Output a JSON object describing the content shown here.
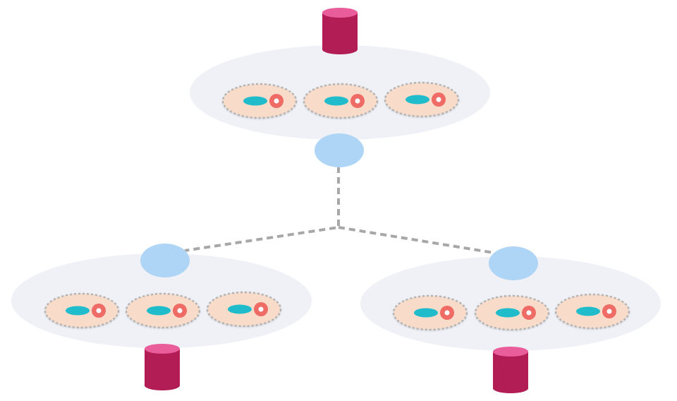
{
  "colors": {
    "background": "#ffffff",
    "cluster_fill": "#eff1f7",
    "hub_fill": "#aed4f6",
    "link_stroke": "#a7a7a7",
    "pod_fill": "#f8dcc9",
    "pod_border": "#b3b3b3",
    "dash_fill": "#20bccb",
    "ring_fill": "#ee6b66",
    "ring_center": "#ffffff",
    "db_body": "#b21d55",
    "db_top": "#ea5d9b"
  },
  "icons": {
    "hub": "network-hub-icon",
    "database": "database-cylinder-icon",
    "pod": "pod-capsule-icon"
  },
  "clusters": [
    {
      "id": "top",
      "pod_count": 3,
      "has_hub": true,
      "has_database": true
    },
    {
      "id": "bottom-left",
      "pod_count": 3,
      "has_hub": true,
      "has_database": true
    },
    {
      "id": "bottom-right",
      "pod_count": 3,
      "has_hub": true,
      "has_database": true
    }
  ],
  "links": [
    {
      "from": "top",
      "to": "bottom-left",
      "style": "dashed"
    },
    {
      "from": "top",
      "to": "bottom-right",
      "style": "dashed"
    }
  ]
}
